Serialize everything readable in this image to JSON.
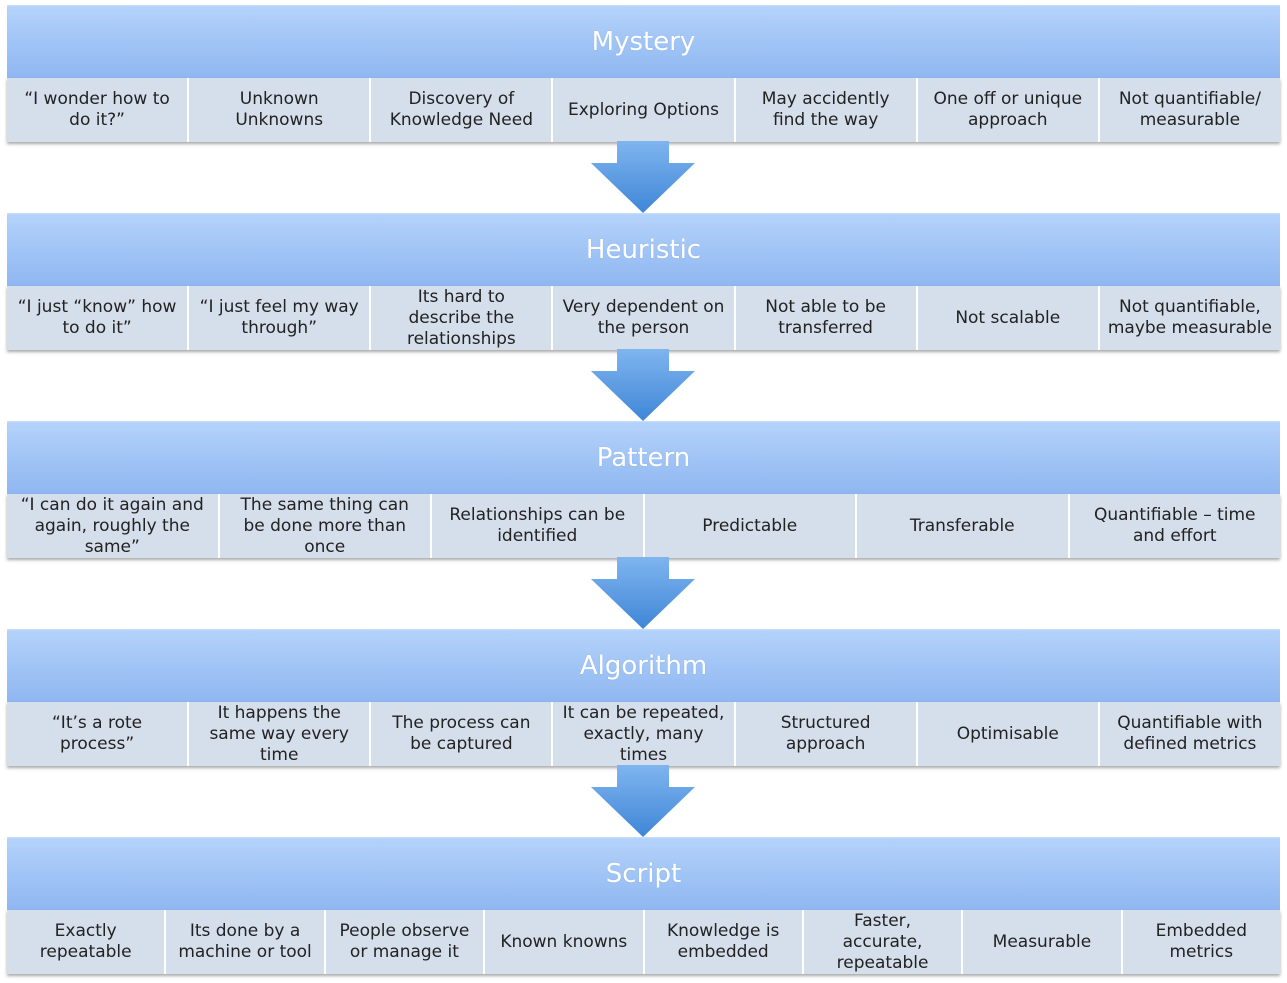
{
  "stages": [
    {
      "title": "Mystery",
      "items": [
        "“I wonder how to do it?”",
        "Unknown Unknowns",
        "Discovery of Knowledge Need",
        "Exploring Options",
        "May accidently find the way",
        "One off or unique approach",
        "Not quantifiable/ measurable"
      ]
    },
    {
      "title": "Heuristic",
      "items": [
        "“I just “know” how to do it”",
        "“I just feel my way through”",
        "Its hard to describe the relationships",
        "Very dependent on the person",
        "Not able to be transferred",
        "Not scalable",
        "Not quantifiable, maybe measurable"
      ]
    },
    {
      "title": "Pattern",
      "items": [
        "“I can do it again and again, roughly the same”",
        "The same thing can be done more than once",
        "Relationships can be identified",
        "Predictable",
        "Transferable",
        "Quantifiable – time and effort"
      ]
    },
    {
      "title": "Algorithm",
      "items": [
        "“It’s a rote process”",
        "It happens the same way every time",
        "The process can be captured",
        "It can be repeated, exactly, many times",
        "Structured approach",
        "Optimisable",
        "Quantifiable with defined metrics"
      ]
    },
    {
      "title": "Script",
      "items": [
        "Exactly repeatable",
        "Its done by a machine or tool",
        "People observe or manage it",
        "Known knowns",
        "Knowledge is embedded",
        "Faster, accurate, repeatable",
        "Measurable",
        "Embedded metrics"
      ]
    }
  ],
  "colors": {
    "header_gradient_top": "#b5d3fb",
    "header_gradient_bottom": "#8fb7f0",
    "cell_background": "#d5deeb",
    "arrow_top": "#7fb5ef",
    "arrow_bottom": "#3f86d6"
  }
}
